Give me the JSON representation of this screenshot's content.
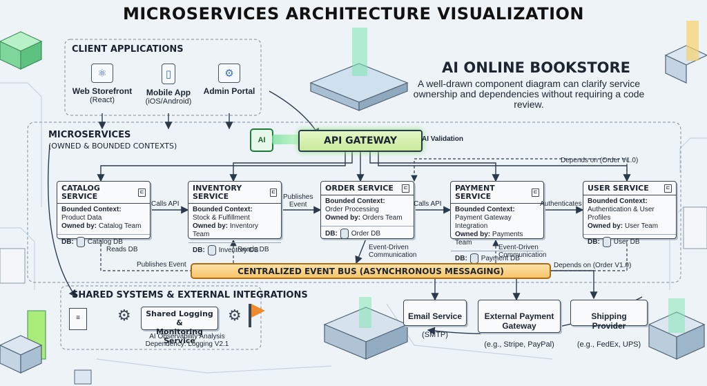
{
  "title": "MICROSERVICES ARCHITECTURE VISUALIZATION",
  "clients": {
    "label": "CLIENT APPLICATIONS",
    "items": [
      {
        "name": "Web Storefront",
        "sub": "(React)",
        "icon": "browser-atom-icon"
      },
      {
        "name": "Mobile App",
        "sub": "(iOS/Android)",
        "icon": "smartphone-icon"
      },
      {
        "name": "Admin Portal",
        "sub": "",
        "icon": "gear-window-icon"
      }
    ]
  },
  "bookstore": {
    "title": "AI ONLINE BOOKSTORE",
    "description": "A well-drawn component diagram can clarify service ownership and dependencies without requiring a code review."
  },
  "microservices": {
    "label": "MICROSERVICES",
    "sublabel": "(OWNED & BOUNDED CONTEXTS)"
  },
  "gateway": {
    "label": "API GATEWAY",
    "ai_chip": "AI",
    "validation": "AI Validation"
  },
  "services": [
    {
      "name": "CATALOG SERVICE",
      "context_label": "Bounded Context:",
      "context": "Product Data",
      "owner_label": "Owned by:",
      "owner": "Catalog Team",
      "db_label": "DB:",
      "db": "Catalog DB"
    },
    {
      "name": "INVENTORY SERVICE",
      "context_label": "Bounded Context:",
      "context": "Stock & Fulfillment",
      "owner_label": "Owned by:",
      "owner": "Inventory Team",
      "db_label": "DB:",
      "db": "Inventory DB"
    },
    {
      "name": "ORDER SERVICE",
      "context_label": "Bounded Context:",
      "context": "Order Processing",
      "owner_label": "Owned by:",
      "owner": "Orders Team",
      "db_label": "DB:",
      "db": "Order DB"
    },
    {
      "name": "PAYMENT SERVICE",
      "context_label": "Bounded Context:",
      "context": "Payment Gateway Integration",
      "owner_label": "Owned by:",
      "owner": "Payments Team",
      "db_label": "DB:",
      "db": "Payment DB"
    },
    {
      "name": "USER SERVICE",
      "context_label": "Bounded Context:",
      "context": "Authentication & User Profiles",
      "owner_label": "Owned by:",
      "owner": "User Team",
      "db_label": "DB:",
      "db": "User DB"
    }
  ],
  "edge_labels": {
    "calls_api_1": "Calls API",
    "publishes_event": "Publishes\nEvent",
    "calls_api_2": "Calls API",
    "authenticates": "Authenticates",
    "depends_on_top": "Depends on (Order V1.0)",
    "depends_on_bottom": "Depends on (Order V1.0)",
    "reads_db_1": "Reads DB",
    "reads_db_2": "Reads DB",
    "publishes_event_bus": "Publishes Event",
    "event_driven_1": "Event-Driven\nCommunication",
    "event_driven_2": "Event-Driven\nCommunication"
  },
  "event_bus": {
    "label": "CENTRALIZED EVENT BUS (ASYNCHRONOUS MESSAGING)"
  },
  "shared": {
    "label": "SHARED SYSTEMS & EXTERNAL INTEGRATIONS",
    "logging": "Shared Logging &\nMonitoring Service",
    "observability": "AI Observability Analysis\nDependency: Logging V2.1"
  },
  "externals": [
    {
      "name": "Email Service",
      "sub": "(SMTP)"
    },
    {
      "name": "External Payment\nGateway",
      "sub": "(e.g., Stripe, PayPal)"
    },
    {
      "name": "Shipping Provider",
      "sub": "(e.g., FedEx, UPS)"
    }
  ],
  "colors": {
    "gateway": "#c9ea9c",
    "event_bus": "#f7c46b",
    "accent_green": "#5fd08a",
    "line": "#2b3a4a"
  }
}
